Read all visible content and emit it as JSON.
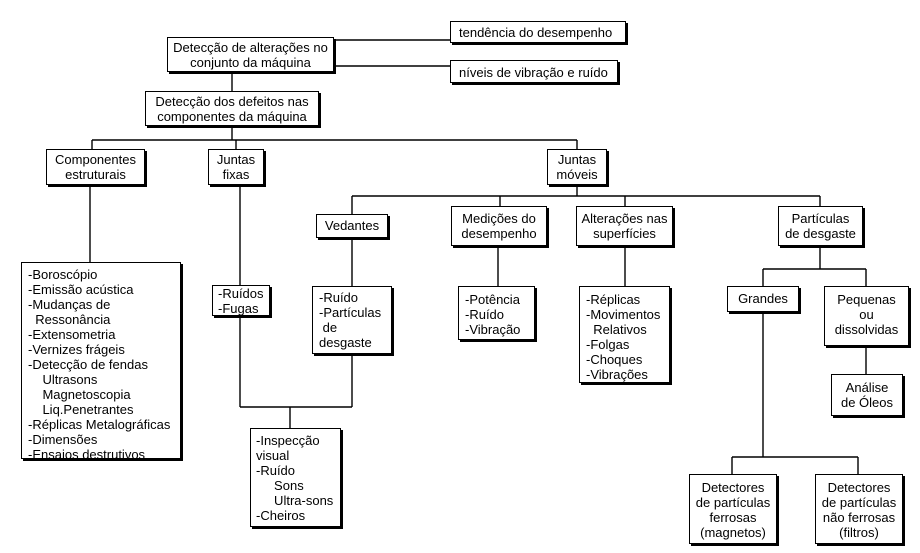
{
  "nodes": {
    "tendencia": [
      "tendência do desempenho"
    ],
    "conjunto": [
      "Detecção de alterações no",
      "conjunto da máquina"
    ],
    "vibracao_ruido": [
      "níveis de vibração e ruído"
    ],
    "defeitos": [
      "Detecção dos defeitos nas",
      "componentes da máquina"
    ],
    "estruturais": [
      "Componentes",
      "estruturais"
    ],
    "fixas": [
      "Juntas",
      "fixas"
    ],
    "moveis": [
      "Juntas",
      "móveis"
    ],
    "vedantes": [
      "Vedantes"
    ],
    "medicoes": [
      "Medições do",
      "desempenho"
    ],
    "superficies": [
      "Alterações nas",
      "superfícies"
    ],
    "particulas": [
      "Partículas",
      "de desgaste"
    ],
    "estruturais_lista": [
      "-Boroscópio",
      "-Emissão acústica",
      "-Mudanças de",
      "  Ressonância",
      "-Extensometria",
      "-Vernizes frágeis",
      "-Detecção de fendas",
      "    Ultrasons",
      "    Magnetoscopia",
      "    Liq.Penetrantes",
      "-Réplicas Metalográficas",
      "-Dimensões",
      "-Ensaios destrutivos"
    ],
    "fixas_lista": [
      "-Ruídos",
      "-Fugas"
    ],
    "vedantes_lista": [
      "-Ruído",
      "-Partículas",
      " de",
      "desgaste"
    ],
    "medicoes_lista": [
      "-Potência",
      "-Ruído",
      "-Vibração"
    ],
    "superficies_lista": [
      "-Réplicas",
      "-Movimentos",
      "  Relativos",
      "-Folgas",
      "-Choques",
      "-Vibrações"
    ],
    "grandes": [
      "Grandes"
    ],
    "pequenas": [
      "Pequenas",
      "ou",
      "dissolvidas"
    ],
    "analise": [
      "Análise",
      "de Óleos"
    ],
    "inspeccao": [
      "-Inspecção",
      "visual",
      "-Ruído",
      "     Sons",
      "     Ultra-sons",
      "-Cheiros"
    ],
    "ferrosas": [
      "Detectores",
      "de partículas",
      "ferrosas",
      "(magnetos)"
    ],
    "nao_ferrosas": [
      "Detectores",
      "de partículas",
      "não ferrosas",
      "(filtros)"
    ]
  }
}
